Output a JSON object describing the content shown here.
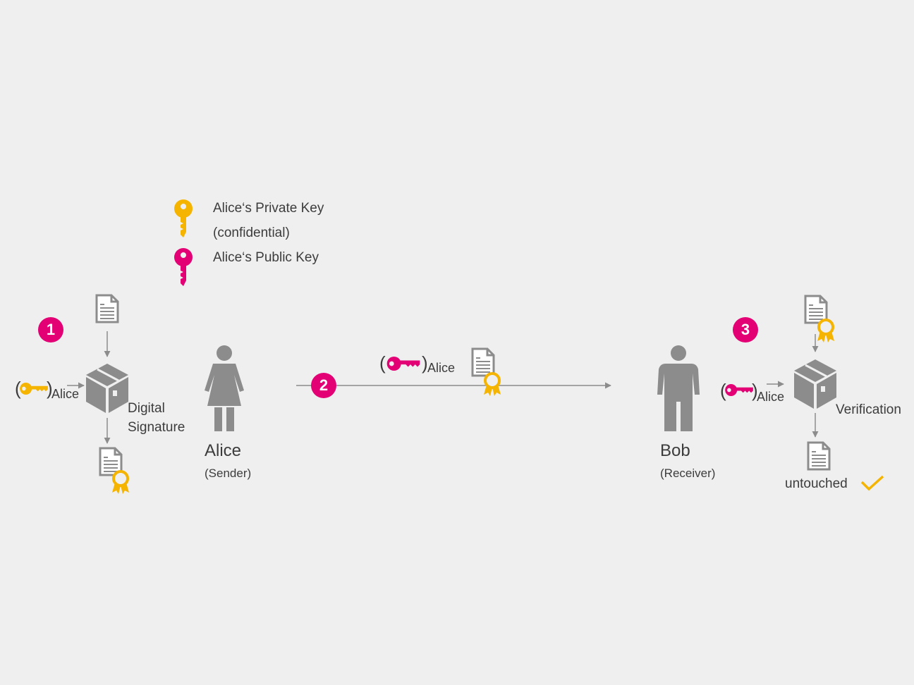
{
  "legend": {
    "private_key_line1": "Alice‘s Private Key",
    "private_key_line2": "(confidential)",
    "public_key": "Alice‘s Public Key"
  },
  "step1": {
    "number": "1",
    "key_owner": "Alice",
    "process_line1": "Digital",
    "process_line2": "Signature"
  },
  "sender": {
    "name": "Alice",
    "role": "(Sender)"
  },
  "step2": {
    "number": "2",
    "key_owner": "Alice"
  },
  "receiver": {
    "name": "Bob",
    "role": "(Receiver)"
  },
  "step3": {
    "number": "3",
    "key_owner": "Alice",
    "process": "Verification",
    "result": "untouched"
  },
  "colors": {
    "magenta": "#e20074",
    "yellow": "#f5b400",
    "gray": "#8c8c8c",
    "background": "#efefef"
  }
}
